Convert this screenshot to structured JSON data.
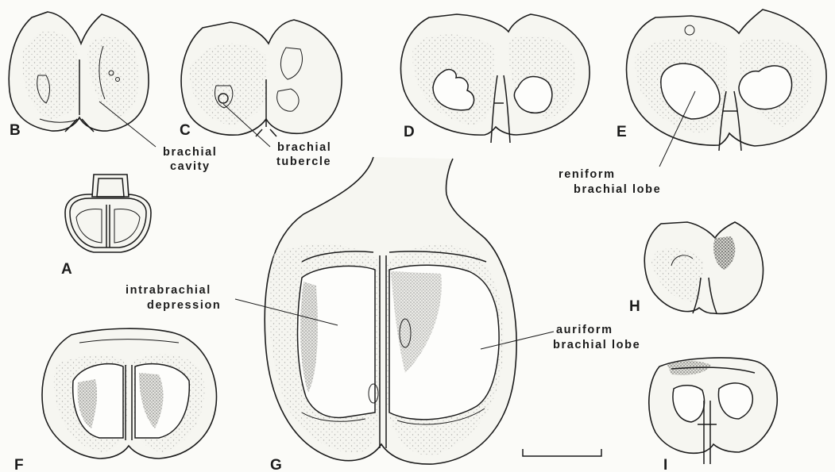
{
  "panels": {
    "A": "A",
    "B": "B",
    "C": "C",
    "D": "D",
    "E": "E",
    "F": "F",
    "G": "G",
    "H": "H",
    "I": "I"
  },
  "annotations": {
    "brachial_cavity": [
      "brachial",
      "cavity"
    ],
    "brachial_tubercle": [
      "brachial",
      "tubercle"
    ],
    "reniform_brachial_lobe": [
      "reniform",
      "brachial lobe"
    ],
    "intrabrachial_depression": [
      "intrabrachial",
      "depression"
    ],
    "auriform_brachial_lobe": [
      "auriform",
      "brachial lobe"
    ]
  }
}
